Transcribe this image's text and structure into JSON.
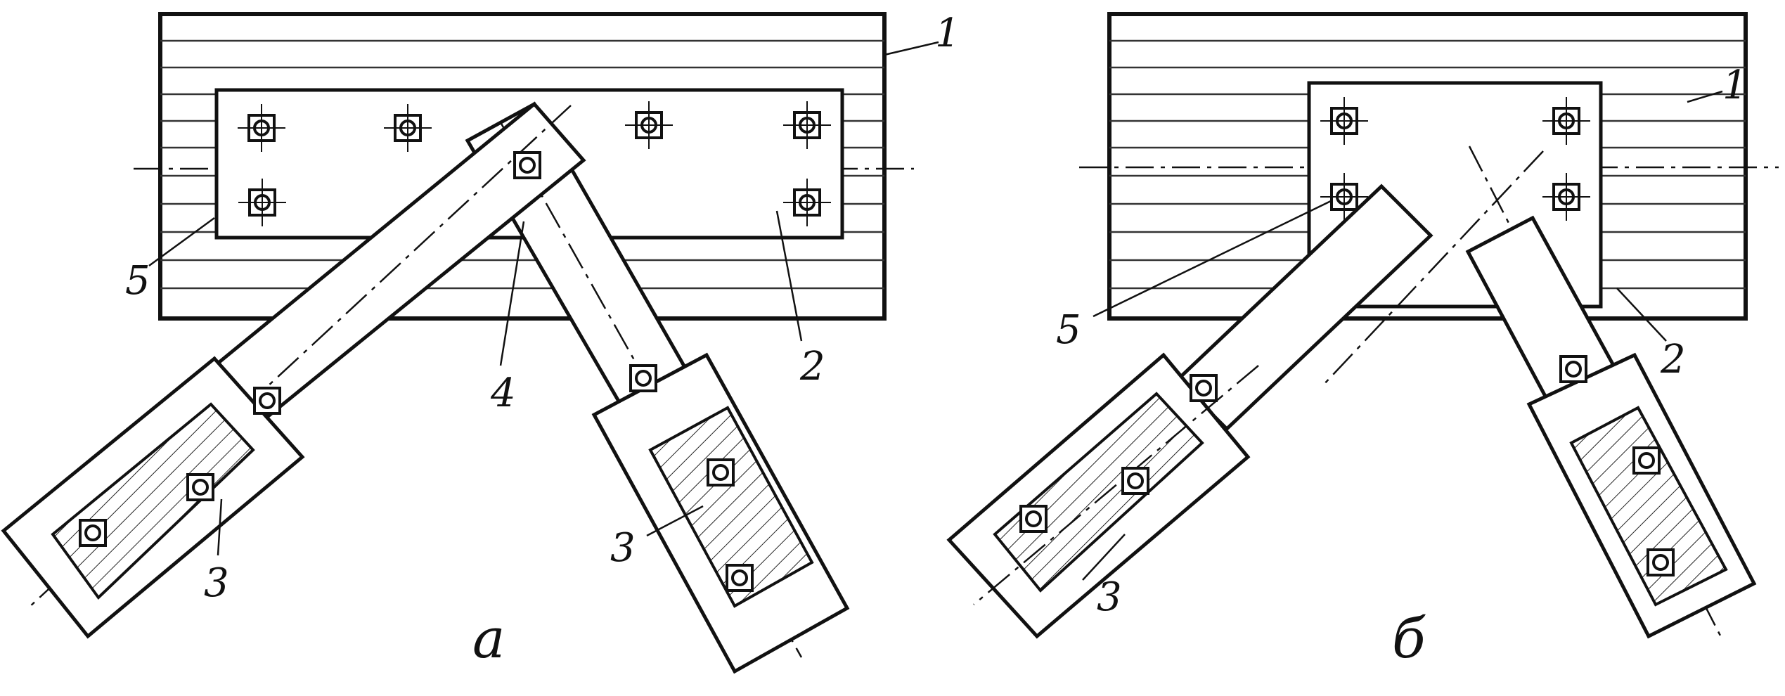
{
  "figures": [
    {
      "caption": "а",
      "labels": {
        "beam": "1",
        "plate": "2",
        "arm": "3",
        "pivot": "4",
        "bolt": "5",
        "arm_right": "3"
      }
    },
    {
      "caption": "б",
      "labels": {
        "beam": "1",
        "plate": "2",
        "arm": "3",
        "bolt": "5"
      }
    }
  ]
}
